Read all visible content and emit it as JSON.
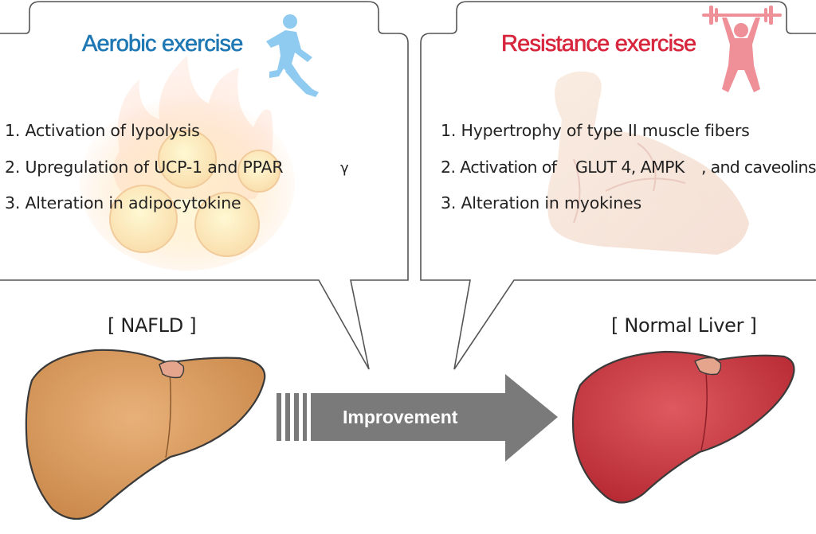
{
  "panels": {
    "aerobic": {
      "title": "Aerobic exercise",
      "items": [
        "1. Activation of lypolysis",
        "2. Upregulation of UCP-1 and PPAR",
        "3. Alteration in adipocytokine"
      ],
      "gamma": "γ"
    },
    "resistance": {
      "title": "Resistance exercise",
      "items": [
        "1. Hypertrophy of type II muscle fibers",
        "2.  Activation of",
        "3. Alteration in myokines"
      ],
      "item2_part2": "GLUT 4, AMPK",
      "item2_part3": ", and caveolins"
    }
  },
  "labels": {
    "left_liver": "[ NAFLD ]",
    "right_liver": "[ Normal Liver ]",
    "arrow": "Improvement"
  },
  "colors": {
    "aerobic_title": "#1f78b4",
    "resistance_title": "#d7263d",
    "runner_icon": "#8fcbf0",
    "lifter_icon": "#ef8f97",
    "nafld_liver": "#d99a5e",
    "normal_liver": "#c8383f",
    "gallbladder": "#e4a58c",
    "arrow": "#7a7a7a",
    "outline": "#444444"
  }
}
